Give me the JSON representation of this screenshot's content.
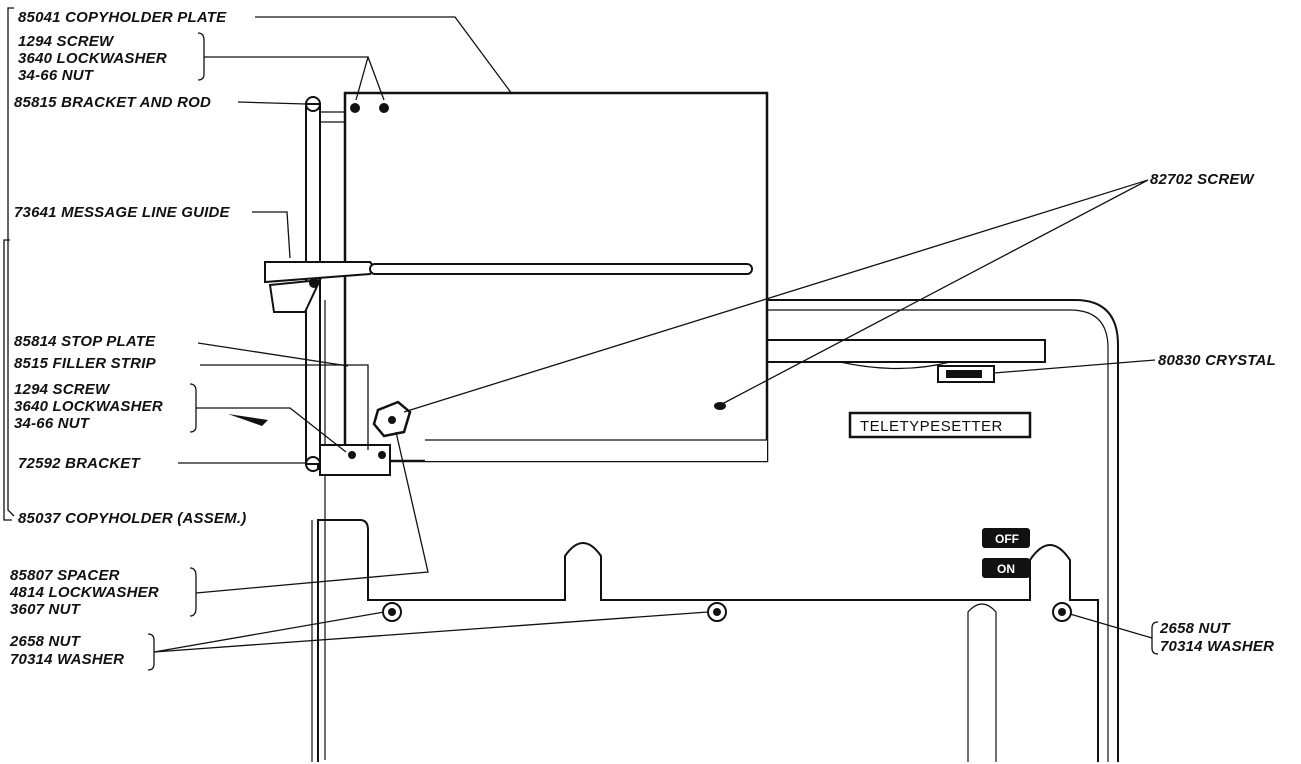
{
  "labels": {
    "copyholder_plate": "85041 COPYHOLDER PLATE",
    "screw_group_top": [
      "1294 SCREW",
      "3640 LOCKWASHER",
      "34-66 NUT"
    ],
    "bracket_and_rod": "85815 BRACKET AND ROD",
    "message_line_guide": "73641 MESSAGE LINE GUIDE",
    "stop_plate": "85814 STOP PLATE",
    "filler_strip": "8515 FILLER STRIP",
    "screw_group_mid": [
      "1294 SCREW",
      "3640 LOCKWASHER",
      "34-66 NUT"
    ],
    "bracket": "72592 BRACKET",
    "copyholder_assem": "85037 COPYHOLDER (ASSEM.)",
    "spacer_group": [
      "85807 SPACER",
      "4814 LOCKWASHER",
      "3607 NUT"
    ],
    "nut_washer_left": [
      "2658 NUT",
      "70314 WASHER"
    ],
    "screw_right": "82702 SCREW",
    "crystal": "80830 CRYSTAL",
    "nut_washer_right": [
      "2658 NUT",
      "70314 WASHER"
    ]
  },
  "nameplate": "TELETYPESETTER",
  "switches": {
    "off": "OFF",
    "on": "ON"
  }
}
